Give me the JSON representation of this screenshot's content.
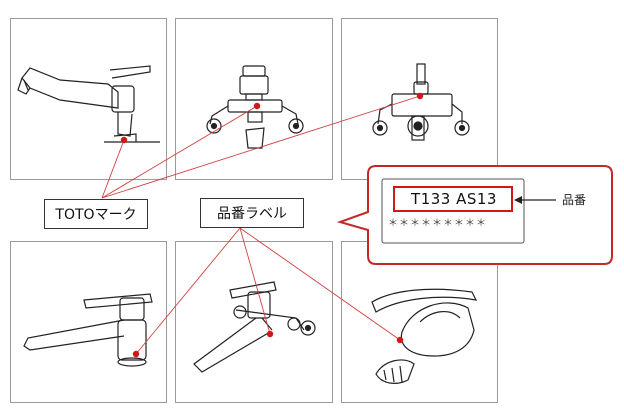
{
  "labels": {
    "toto_mark": "TOTOマーク",
    "hinban_label": "品番ラベル"
  },
  "callout": {
    "product_code": "T133 AS13",
    "asterisks": "＊＊＊＊＊＊＊＊＊",
    "pointer_label": "品番"
  },
  "colors": {
    "leader_line": "#d04040",
    "marker_dot": "#d01818",
    "callout_border": "#c62828",
    "panel_border": "#9a9a9a"
  },
  "icons": {
    "panel_1": "pull-out-kitchen-faucet-icon",
    "panel_2": "wall-mixer-valve-icon",
    "panel_3": "thermostatic-mixer-icon",
    "panel_4": "single-lever-deck-faucet-icon",
    "panel_5": "wall-mounted-single-lever-faucet-icon",
    "panel_6": "faucet-underside-closeup-icon"
  }
}
